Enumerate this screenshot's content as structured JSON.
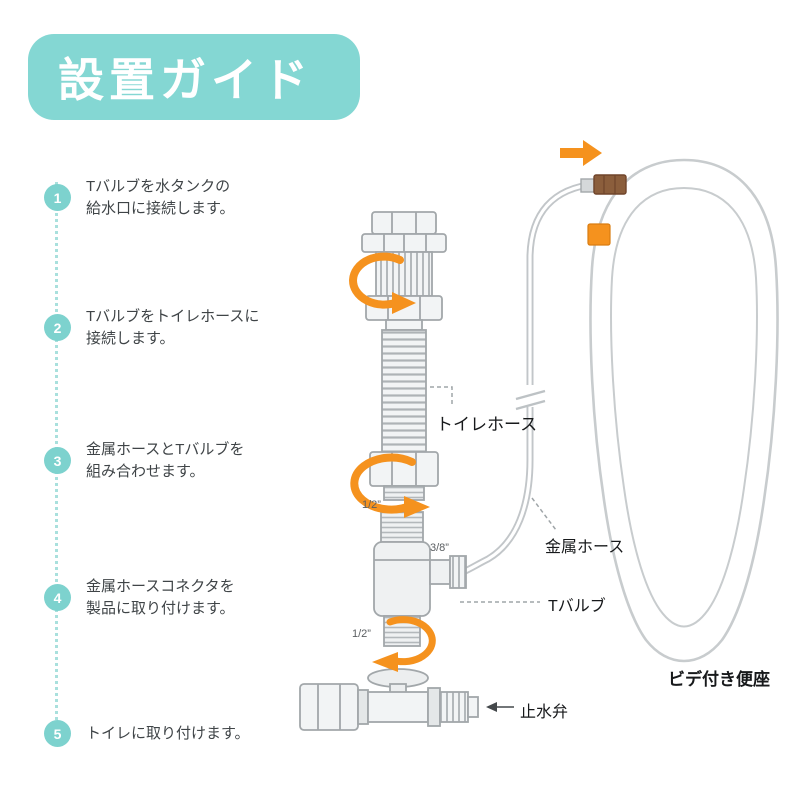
{
  "header": {
    "title": "設置ガイド"
  },
  "steps": [
    {
      "number": "1",
      "text": "Tバルブを水タンクの\n給水口に接続します。"
    },
    {
      "number": "2",
      "text": "Tバルブをトイレホースに\n接続します。"
    },
    {
      "number": "3",
      "text": "金属ホースとTバルブを\n組み合わせます。"
    },
    {
      "number": "4",
      "text": "金属ホースコネクタを\n製品に取り付けます。"
    },
    {
      "number": "5",
      "text": "トイレに取り付けます。"
    }
  ],
  "diagram_labels": {
    "toilet_hose": "トイレホース",
    "metal_hose": "金属ホース",
    "t_valve": "Tバルブ",
    "shutoff_valve": "止水弁",
    "bidet_seat": "ビデ付き便座",
    "size_top": "1/2”",
    "size_branch": "3/8”",
    "size_bottom": "1/2”"
  },
  "colors": {
    "accent_teal": "#84D7D3",
    "accent_orange": "#F5921E"
  }
}
